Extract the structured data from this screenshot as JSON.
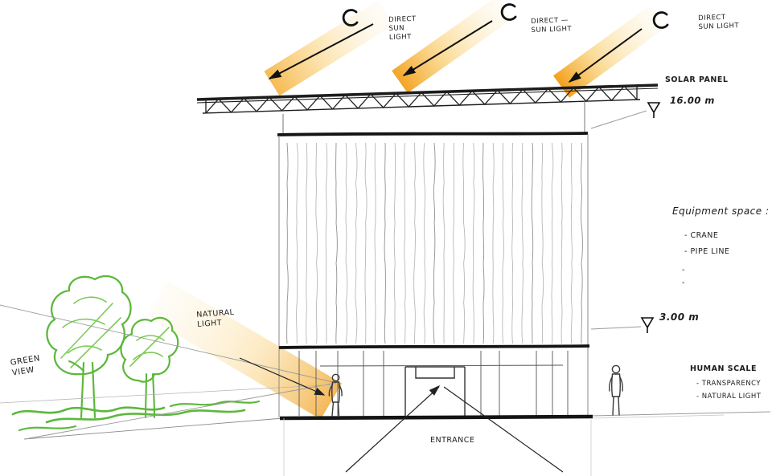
{
  "annotations": {
    "direct_sun_1": "DIRECT\nSUN\nLIGHT",
    "direct_sun_2": "DIRECT —\nSUN LIGHT",
    "direct_sun_3": "DIRECT\nSUN LIGHT",
    "solar_panel": "SOLAR PANEL",
    "level_top": "16.00 m",
    "level_mid": "3.00 m",
    "equipment_title": "Equipment space :",
    "equipment_items": [
      "- CRANE",
      "- PIPE LINE",
      "-",
      "-"
    ],
    "natural_light": "NATURAL\nLIGHT",
    "green_view": "GREEN\nVIEW",
    "human_scale_title": "HUMAN SCALE",
    "human_scale_items": [
      "- TRANSPARENCY",
      "- NATURAL LIGHT"
    ],
    "entrance": "ENTRANCE"
  },
  "colors": {
    "sun_orange": "#F3A31A",
    "sun_pale": "#FCEBC4",
    "tree_green": "#5CB83C",
    "ink": "#1C1C1C",
    "pencil": "#8A8A8A"
  }
}
